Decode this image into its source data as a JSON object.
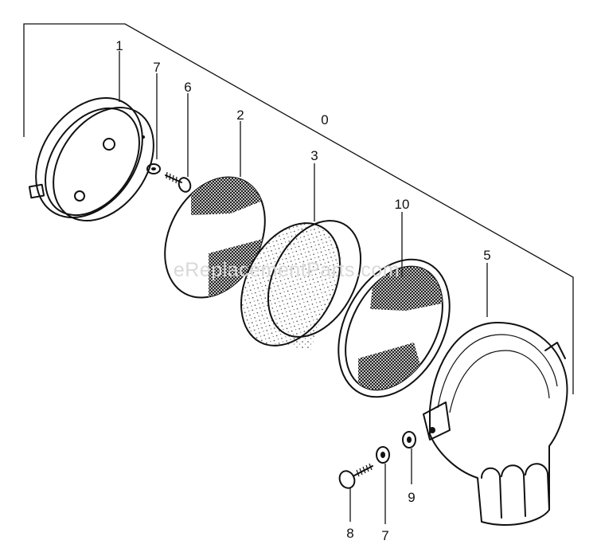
{
  "watermark": "eReplacementParts.com",
  "parts": {
    "assembly": "0",
    "case": "1",
    "screen_outer": "2",
    "filter_element": "3",
    "cover": "5",
    "screw_top": "6",
    "washer_top": "7",
    "bolt_bottom": "8",
    "washer_bottom": "7",
    "washer_cover": "9",
    "screen_inner": "10"
  },
  "colors": {
    "ink": "#111111",
    "watermark": "#d9d9d9",
    "background": "#ffffff"
  }
}
